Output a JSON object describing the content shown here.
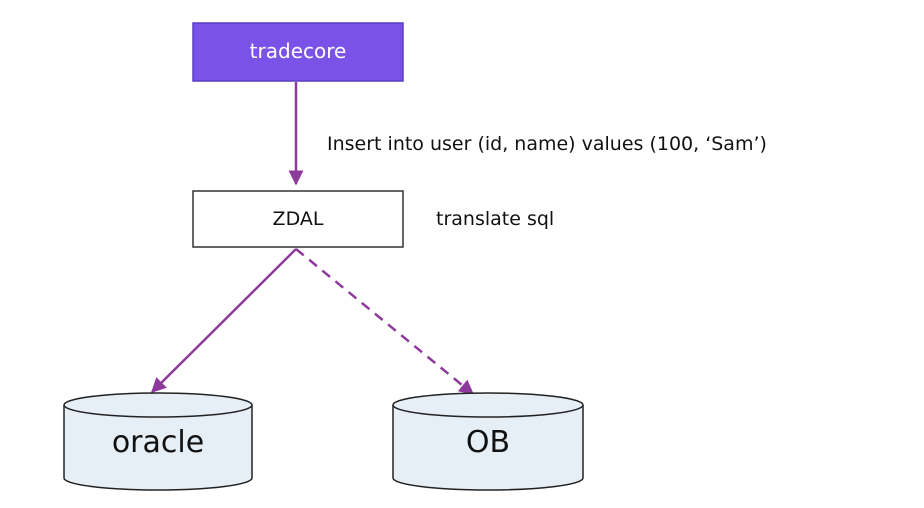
{
  "nodes": {
    "tradecore": {
      "label": "tradecore",
      "fill": "#7B52E8",
      "stroke": "#5B3FBF",
      "text_color": "#ffffff"
    },
    "zdal": {
      "label": "ZDAL",
      "fill": "#ffffff",
      "stroke": "#333333",
      "text_color": "#111111"
    },
    "oracle": {
      "label": "oracle",
      "fill": "#E6EEF6",
      "stroke": "#222222",
      "text_color": "#111111"
    },
    "ob": {
      "label": "OB",
      "fill": "#E6EEF6",
      "stroke": "#222222",
      "text_color": "#111111"
    }
  },
  "annotations": {
    "insert_sql": "Insert into user (id, name) values (100, ‘Sam’)",
    "translate": "translate sql"
  },
  "edges": {
    "color": "#8E3A9C"
  }
}
